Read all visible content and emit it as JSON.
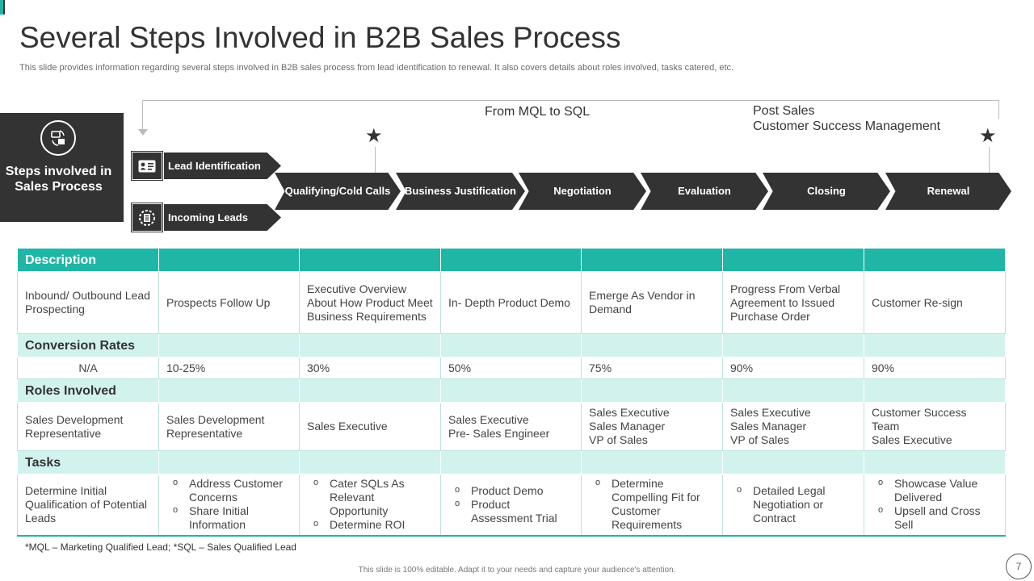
{
  "slide": {
    "title": "Several Steps Involved in B2B Sales Process",
    "subtitle": "This slide provides information regarding several steps involved in B2B sales process from lead identification to renewal. It also covers details about roles involved, tasks catered, etc.",
    "steps_label": "Steps involved in Sales Process",
    "from_mql": "From MQL to SQL",
    "post_sales_1": "Post Sales",
    "post_sales_2": "Customer  Success Management",
    "footnote": "*MQL – Marketing Qualified Lead;  *SQL – Sales Qualified Lead",
    "footer": "This slide is 100% editable. Adapt it to your needs and capture your audience's attention.",
    "page_number": "7"
  },
  "lead_tags": [
    "Lead Identification",
    "Incoming Leads"
  ],
  "stages": [
    "Qualifying/Cold Calls",
    "Business Justification",
    "Negotiation",
    "Evaluation",
    "Closing",
    "Renewal"
  ],
  "table": {
    "sections": {
      "description": "Description",
      "conversion": "Conversion Rates",
      "roles": "Roles Involved",
      "tasks": "Tasks"
    },
    "description": [
      "Inbound/ Outbound Lead Prospecting",
      "Prospects Follow Up",
      "Executive Overview About How  Product Meet Business Requirements",
      "In- Depth Product Demo",
      "Emerge As Vendor in Demand",
      "Progress From Verbal Agreement to Issued Purchase Order",
      "Customer Re-sign"
    ],
    "conversion": [
      "N/A",
      "10-25%",
      "30%",
      "50%",
      "75%",
      "90%",
      "90%"
    ],
    "roles": {
      "c0_1": "Sales Development",
      "c0_2": "Representative",
      "c1_1": "Sales Development",
      "c1_2": "Representative",
      "c2_1": "Sales Executive",
      "c3_1": "Sales Executive",
      "c3_2": "Pre- Sales Engineer",
      "c4_1": "Sales Executive",
      "c4_2": "Sales Manager",
      "c4_3": "VP of Sales",
      "c5_1": "Sales Executive",
      "c5_2": "Sales Manager",
      "c5_3": "VP of Sales",
      "c6_1": "Customer Success",
      "c6_2": "Team",
      "c6_3": "Sales Executive"
    },
    "tasks": {
      "c0": "Determine Initial Qualification of Potential Leads",
      "c1_a": "Address Customer Concerns",
      "c1_b": "Share Initial Information",
      "c2_a": "Cater SQLs As Relevant Opportunity",
      "c2_b": "Determine ROI",
      "c3_a": "Product Demo",
      "c3_b": "Product Assessment Trial",
      "c4_a": "Determine Compelling Fit for Customer Requirements",
      "c5_a": "Detailed Legal Negotiation or Contract",
      "c6_a": "Showcase Value Delivered",
      "c6_b": "Upsell and Cross Sell"
    }
  }
}
